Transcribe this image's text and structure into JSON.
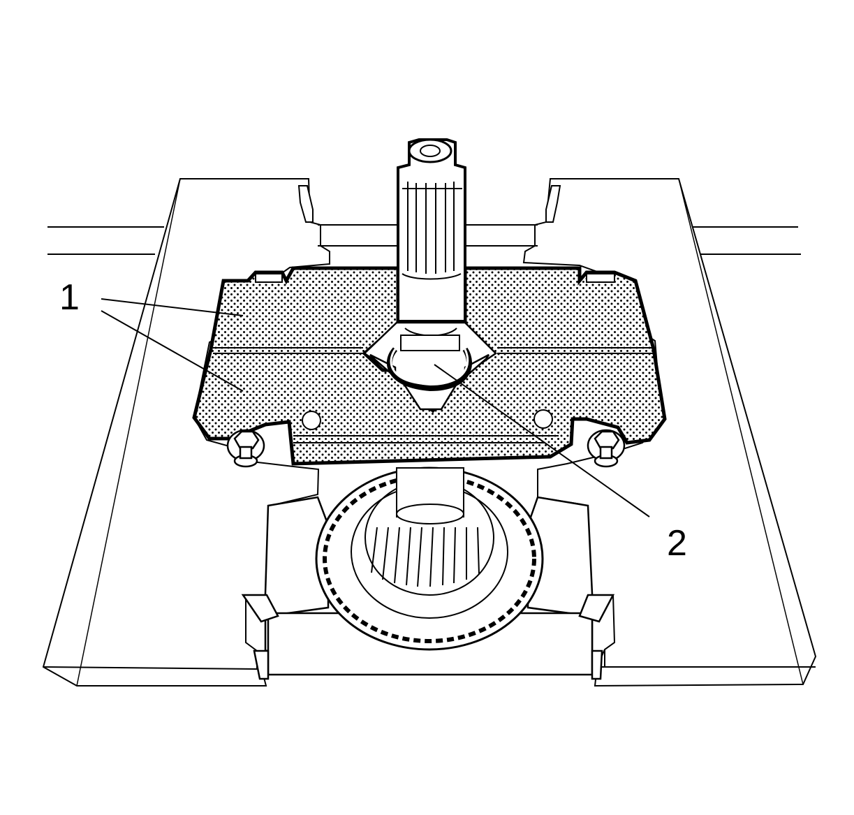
{
  "callouts": [
    {
      "id": "1",
      "label": "1"
    },
    {
      "id": "2",
      "label": "2"
    }
  ],
  "colors": {
    "ink": "#000000",
    "paper": "#ffffff",
    "stipple": "#000000"
  }
}
